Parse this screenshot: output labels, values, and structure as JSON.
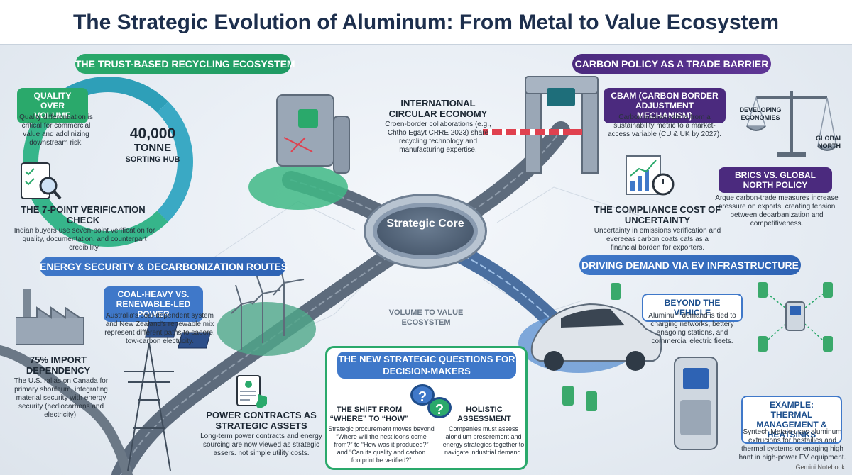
{
  "title": "The Strategic Evolution of Aluminum: From Metal to Value Ecosystem",
  "recycling": {
    "header": "THE TRUST-BASED RECYCLING ECOSYSTEM",
    "hub_number": "40,000",
    "hub_unit": "TONNE",
    "hub_sub": "SORTING HUB",
    "quality_tag": "QUALITY OVER VOLUME",
    "quality_text": "Quality differentiation is critical for commercial value and adolinizing downstream risk.",
    "verify_head": "THE 7-POINT VERIFICATION CHECK",
    "verify_text": "Indian buyers use seven-point verification for quality, documentation, and counterpart credibility.",
    "circular_head": "INTERNATIONAL CIRCULAR ECONOMY",
    "circular_text": "Croen-border collaborations (e.g., Chtho Egayt CRRE 2023) share recycling technology and manufacturing expertise."
  },
  "carbon": {
    "header": "CARBON POLICY AS A TRADE BARRIER",
    "cbam_tag": "CBAM (CARBON BORDER ADJUSTMENT MECHANISM)",
    "cbam_text": "Carbon intensity shifts from a sustainability metric to a market-access variable (CU & UK by 2027).",
    "scale_left": "DEVELOPING ECONOMIES",
    "scale_right": "GLOBAL NORTH",
    "brics_tag": "BRICS VS. GLOBAL NORTH POLICY",
    "brics_text": "Argue carbon-trade measures increase pressure on exports, creating tension between deoarbanization and competitiveness.",
    "cost_head": "THE COMPLIANCE COST OF UNCERTAINTY",
    "cost_text": "Uncertainty in emissions verification and evereeas carbon coats cats as a financial borden for exporters."
  },
  "core": {
    "label": "Strategic Core",
    "road_label": "VOLUME TO VALUE ECOSYSTEM"
  },
  "energy": {
    "header": "ENERGY SECURITY & DECARBONIZATION ROUTES",
    "power_tag": "COAL-HEAVY VS. RENEWABLE-LED POWER",
    "power_text": "Australia's coal-dependent system and New Zealand's renewable mix represent different paths to saoore, tow-carbon electricity.",
    "import_head": "75% IMPORT DEPENDENCY",
    "import_text": "The U.S. rallas on Canada for primary shonlaum, integrating material security with energy security (hedlocarhons and electricity).",
    "contracts_head": "POWER CONTRACTS AS STRATEGIC ASSETS",
    "contracts_text": "Long-term power contracts and energy sourcing are now viewed as strategic assers. not simple utility costs."
  },
  "questions": {
    "header": "THE NEW STRATEGIC QUESTIONS FOR DECISION-MAKERS",
    "shift_head": "THE SHIFT FROM “WHERE” TO “HOW”",
    "shift_text": "Strategic procurement moves beyond “Where will the nest loons come from?” to “Hew was it produced?” and “Can its quality and carbon footprint be verified?”",
    "holistic_head": "HOLISTIC ASSESSMENT",
    "holistic_text": "Companies must assess alondium preserement and energy strategies together to navigate industrial demand."
  },
  "ev": {
    "header": "DRIVING DEMAND VIA EV INFRASTRUCTURE",
    "beyond_tag": "BEYOND THE VEHICLE",
    "beyond_text": "Aluminum demand is tied to charging networks, bettery enagoing stations, and commercial electric fieets.",
    "thermal_tag": "EXAMPLE: THERMAL MANAGEMENT & HEATSINKS",
    "thermal_text": "Syntech Metale uses aluminum extrucions for hestailies and thermal systems onenaging high hant in high-power EV equipment."
  },
  "watermark": "Gemini Notebook",
  "colors": {
    "green": "#2aa96b",
    "purple": "#4b2a7e",
    "blue": "#3f78c9",
    "navy": "#1d2f4d"
  },
  "icons": [
    "recycle-arrows-icon",
    "magnifier-checklist-icon",
    "sorting-machine-icon",
    "cbam-gate-icon",
    "balance-scale-icon",
    "cost-chart-icon",
    "factory-icon",
    "wind-turbine-icon",
    "solar-panel-icon",
    "pylon-icon",
    "contract-icon",
    "question-bubbles-icon",
    "ev-car-icon",
    "charger-icon",
    "battery-icon"
  ]
}
